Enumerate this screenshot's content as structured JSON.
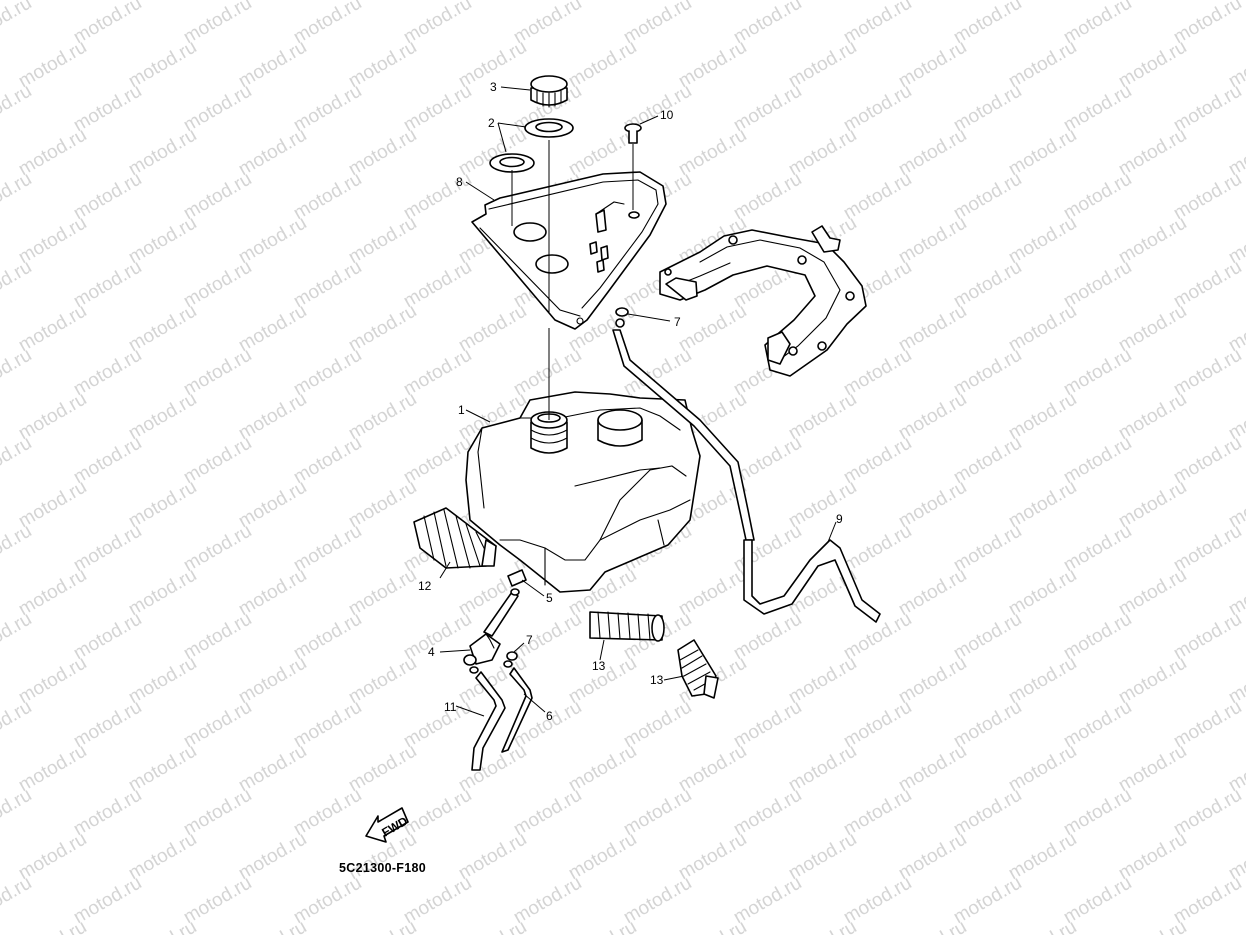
{
  "diagram": {
    "figure_code": "5C21300-F180",
    "watermark_text": "motod.ru",
    "fwd_label": "FWD",
    "callouts": [
      "1",
      "2",
      "3",
      "4",
      "5",
      "6",
      "7",
      "7",
      "8",
      "9",
      "10",
      "11",
      "12",
      "13",
      "13"
    ],
    "colors": {
      "line": "#000000",
      "watermark": "#d4d4d4",
      "background": "#ffffff"
    }
  }
}
